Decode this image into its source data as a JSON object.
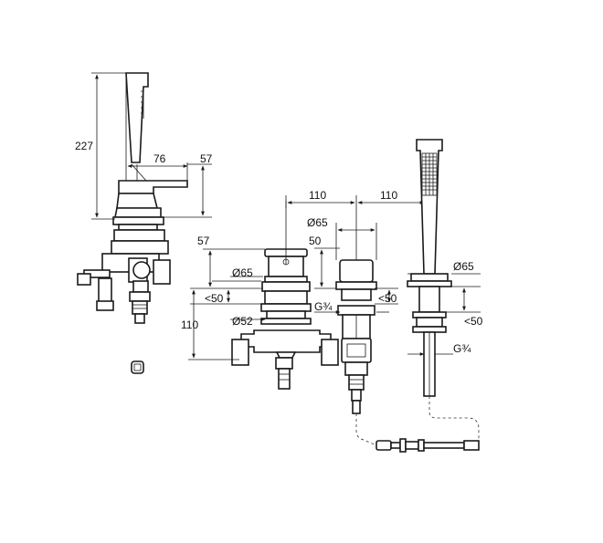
{
  "dimensions": {
    "height_227": "227",
    "d76": "76",
    "d57_top": "57",
    "d110_left": "110",
    "d110_right": "110",
    "dia65_top": "Ø65",
    "d50": "50",
    "d57_mid": "57",
    "dia65_mid": "Ø65",
    "lt50_a": "<50",
    "d110_vert": "110",
    "dia52": "Ø52",
    "g34_a": "G¾",
    "lt50_b": "<50",
    "dia65_right": "Ø65",
    "lt50_c": "<50",
    "g34_b": "G¾"
  }
}
